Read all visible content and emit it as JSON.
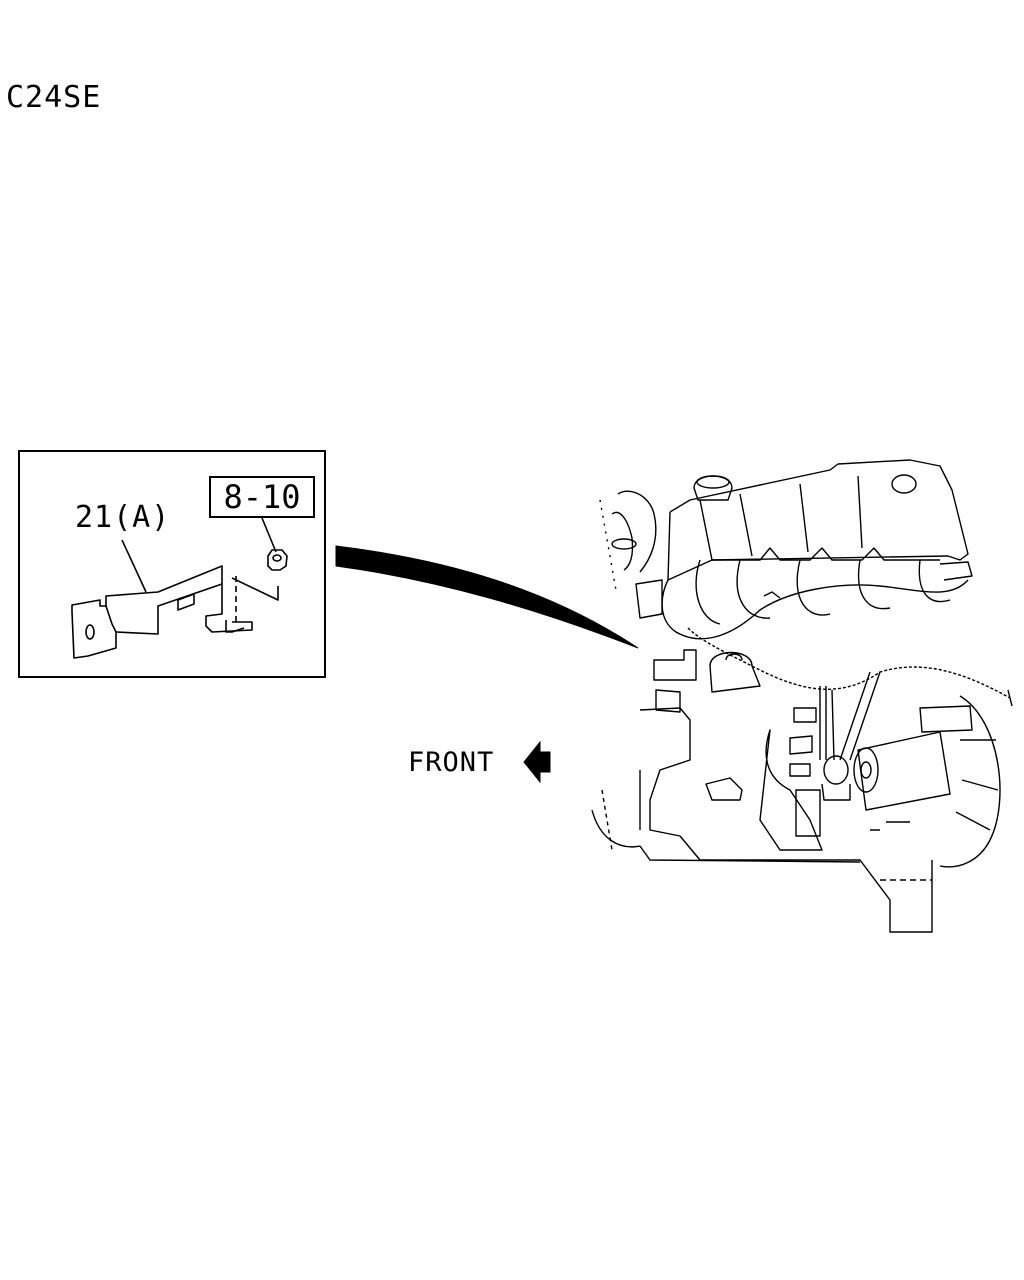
{
  "diagram": {
    "engine_code": "C24SE",
    "part_label": "21(A)",
    "ref_label": "8-10",
    "direction_label": "FRONT",
    "icons": [
      "bracket-icon",
      "nut-icon",
      "engine-icon",
      "front-arrow-icon",
      "leader-arrow-icon"
    ]
  }
}
